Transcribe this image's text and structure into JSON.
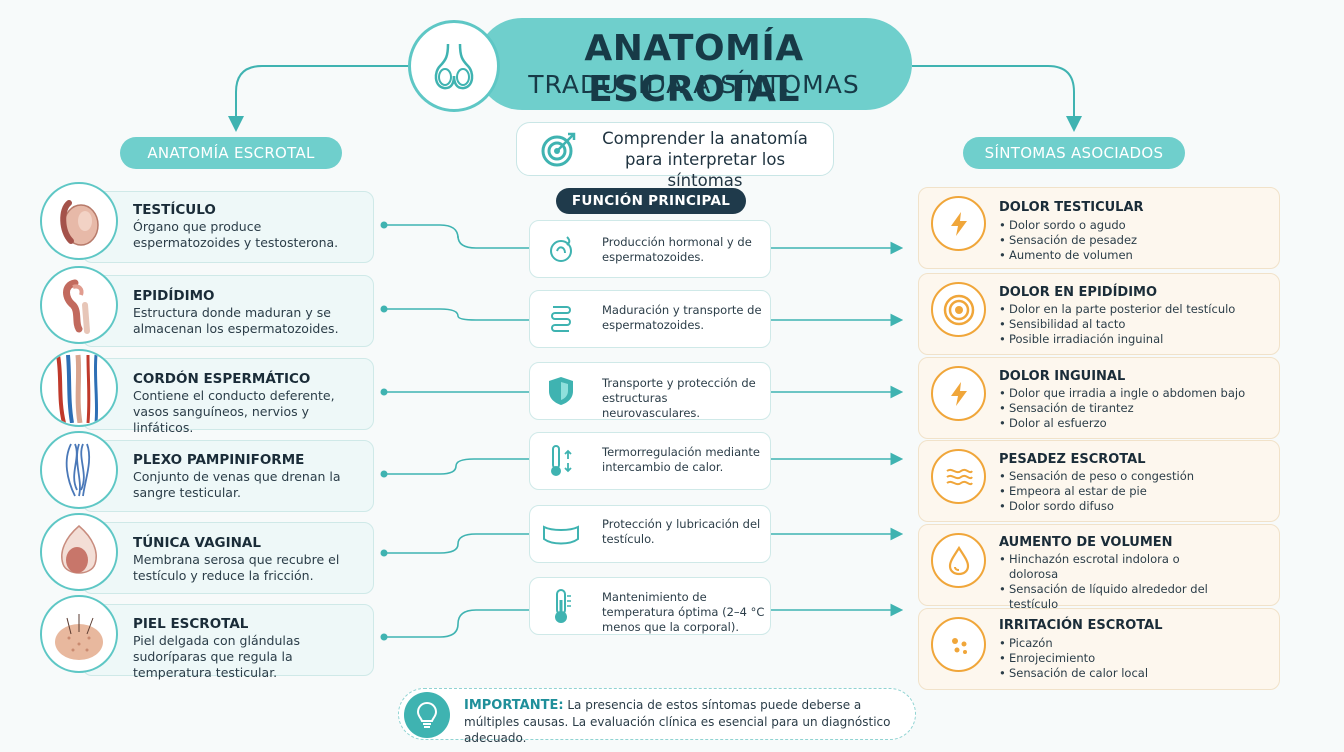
{
  "header": {
    "title": "ANATOMÍA ESCROTAL",
    "subtitle": "TRADUCIDA A SÍNTOMAS",
    "center_caption": "Comprender la anatomía para interpretar los síntomas"
  },
  "left_section_label": "ANATOMÍA ESCROTAL",
  "right_section_label": "SÍNTOMAS ASOCIADOS",
  "middle_section_label": "FUNCIÓN PRINCIPAL",
  "anatomy": [
    {
      "title": "TESTÍCULO",
      "description": "Órgano que produce espermatozoides y testosterona.",
      "icon": "testicle-illustration"
    },
    {
      "title": "EPIDÍDIMO",
      "description": "Estructura donde maduran y se almacenan los espermatozoides.",
      "icon": "epididymis-illustration"
    },
    {
      "title": "CORDÓN ESPERMÁTICO",
      "description": "Contiene el conducto deferente, vasos sanguíneos, nervios y linfáticos.",
      "icon": "spermatic-cord-illustration"
    },
    {
      "title": "PLEXO PAMPINIFORME",
      "description": "Conjunto de venas que drenan la sangre testicular.",
      "icon": "venous-plexus-illustration"
    },
    {
      "title": "TÚNICA VAGINAL",
      "description": "Membrana serosa que recubre el testículo y reduce la fricción.",
      "icon": "tunica-vaginalis-illustration"
    },
    {
      "title": "PIEL ESCROTAL",
      "description": "Piel delgada con glándulas sudoríparas que regula la temperatura testicular.",
      "icon": "scrotal-skin-illustration"
    }
  ],
  "functions": [
    {
      "text": "Producción hormonal y de espermatozoides.",
      "icon": "hormone-production-icon"
    },
    {
      "text": "Maduración y transporte de espermatozoides.",
      "icon": "intestine-coil-icon"
    },
    {
      "text": "Transporte y protección de estructuras neurovasculares.",
      "icon": "shield-icon"
    },
    {
      "text": "Termorregulación mediante intercambio de calor.",
      "icon": "thermometer-exchange-icon"
    },
    {
      "text": "Protección y lubricación del testículo.",
      "icon": "membrane-pouch-icon"
    },
    {
      "text": "Mantenimiento de temperatura óptima (2–4 °C menos que la corporal).",
      "icon": "thermometer-icon"
    }
  ],
  "symptoms": [
    {
      "title": "DOLOR TESTICULAR",
      "items": [
        "Dolor sordo o agudo",
        "Sensación de pesadez",
        "Aumento de volumen"
      ],
      "icon": "lightning-icon"
    },
    {
      "title": "DOLOR EN EPIDÍDIMO",
      "items": [
        "Dolor en la parte posterior del testículo",
        "Sensibilidad al tacto",
        "Posible irradiación inguinal"
      ],
      "icon": "target-icon"
    },
    {
      "title": "DOLOR INGUINAL",
      "items": [
        "Dolor que irradia a ingle o abdomen bajo",
        "Sensación de tirantez",
        "Dolor al esfuerzo"
      ],
      "icon": "lightning-icon"
    },
    {
      "title": "PESADEZ ESCROTAL",
      "items": [
        "Sensación de peso o congestión",
        "Empeora al estar de pie",
        "Dolor sordo difuso"
      ],
      "icon": "waves-icon"
    },
    {
      "title": "AUMENTO DE VOLUMEN",
      "items": [
        "Hinchazón escrotal indolora o dolorosa",
        "Sensación de líquido alrededor del testículo"
      ],
      "icon": "droplet-icon"
    },
    {
      "title": "IRRITACIÓN ESCROTAL",
      "items": [
        "Picazón",
        "Enrojecimiento",
        "Sensación de calor local"
      ],
      "icon": "dots-icon"
    }
  ],
  "note": {
    "label": "IMPORTANTE:",
    "text": "La presencia de estos síntomas puede deberse a múltiples causas. La evaluación clínica es esencial para un diagnóstico adecuado.",
    "icon": "lightbulb-icon"
  },
  "colors": {
    "teal": "#6fcfcc",
    "teal_dark": "#3fb3b1",
    "navy": "#1f3a4b",
    "orange": "#f0a63a"
  }
}
